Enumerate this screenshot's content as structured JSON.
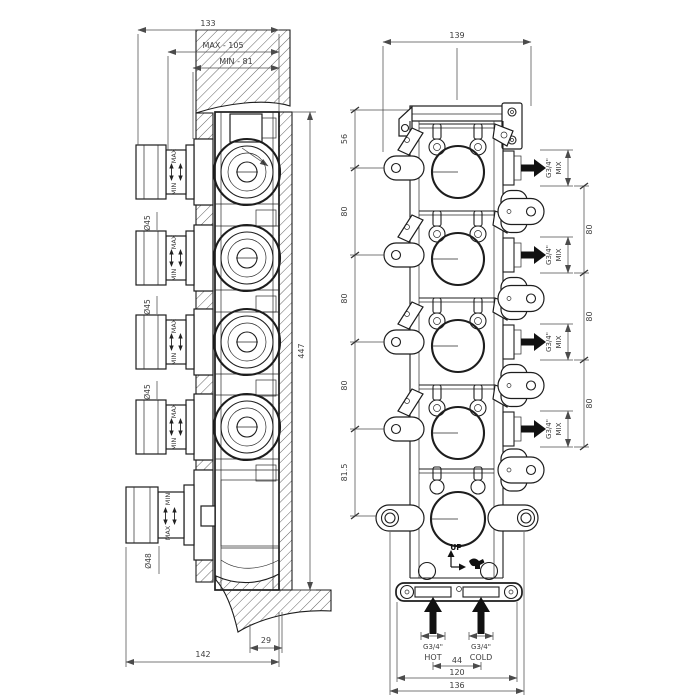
{
  "side_view": {
    "dim_total_depth": "133",
    "dim_max": "MAX - 105",
    "dim_min": "MIN - 81",
    "dim_height": "447",
    "dim_wall": "29",
    "dim_bottom_depth": "142",
    "handle_dias": [
      "Ø45",
      "Ø45",
      "Ø45"
    ],
    "knob_dia": "Ø48",
    "handles": [
      {
        "top": "MAX",
        "bottom": "MIN"
      },
      {
        "top": "MAX",
        "bottom": "MIN"
      },
      {
        "top": "MAX",
        "bottom": "MIN"
      },
      {
        "top": "MAX",
        "bottom": "MIN"
      },
      {
        "top": "MIN",
        "bottom": "MAX"
      }
    ]
  },
  "front_view": {
    "dim_width": "139",
    "left_chain": [
      "56",
      "80",
      "80",
      "80",
      "81.5"
    ],
    "right_chain": [
      "80",
      "80",
      "80"
    ],
    "outlets": [
      {
        "size": "G3/4\"",
        "label": "MIX"
      },
      {
        "size": "G3/4\"",
        "label": "MIX"
      },
      {
        "size": "G3/4\"",
        "label": "MIX"
      },
      {
        "size": "G3/4\"",
        "label": "MIX"
      }
    ],
    "up_label": "UP",
    "inlets": [
      {
        "size": "G3/4\"",
        "label": "HOT"
      },
      {
        "size": "G3/4\"",
        "label": "COLD"
      }
    ],
    "dim_inlet_gap": "44",
    "dim_holes": "120",
    "dim_overall": "136"
  }
}
